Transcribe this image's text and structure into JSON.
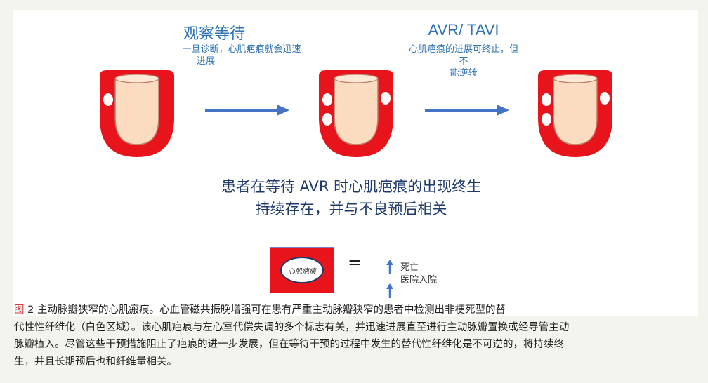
{
  "stages": [
    {
      "title": "观察等待",
      "note_line1": "一旦诊断，心肌疤痕就会迅速",
      "note_line2": "进展"
    },
    {
      "title": "AVR/ TAVI",
      "note_line1": "心肌疤痕的进展可终止，但",
      "note_line2": "不",
      "note_line3": "能逆转"
    }
  ],
  "statement": {
    "line1": "患者在等待 AVR 时心肌疤痕的出现终生",
    "line2": "持续存在，并与不良预后相关"
  },
  "legend": {
    "oval_label": "心肌疤痕",
    "equals": "=",
    "outcome1": "死亡",
    "outcome2": "医院入院"
  },
  "caption": {
    "fig_label": "图",
    "line1": " 2 主动脉瓣狭窄的心肌瘢痕。心血管磁共振晚增强可在患有严重主动脉瓣狭窄的患者中检测出非梗死型的替",
    "line2": "代性性纤维化（白色区域）。该心肌疤痕与左心室代偿失调的多个标志有关，并迅速进展直至进行主动脉瓣置换或经导管主动",
    "line3": "脉瓣植入。尽管这些干预措施阻止了疤痕的进一步发展，但在等待干预的过程中发生的替代性纤维化是不可逆的，将持续终",
    "line4": "生，并且长期预后也和纤维量相关。"
  },
  "colors": {
    "heart_red": "#e8141b",
    "lumen": "#fbdcc0",
    "arrow_blue": "#4472c4",
    "title_blue": "#2e74b5"
  }
}
